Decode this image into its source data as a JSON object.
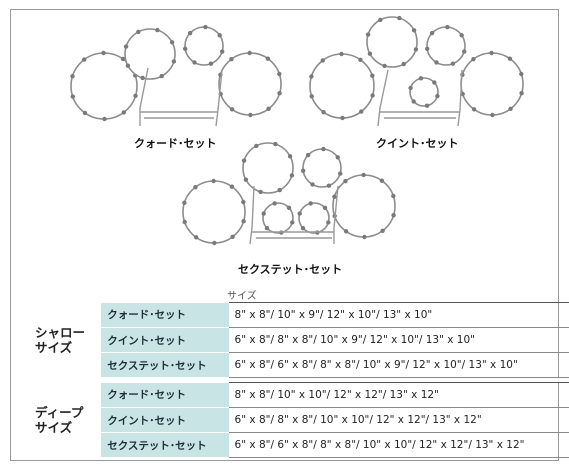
{
  "sets": {
    "quad_label": "クォード･セット",
    "quint_label": "クイント･セット",
    "sextet_label": "セクステット･セット"
  },
  "table": {
    "header": "サイズ",
    "groups": [
      {
        "label_line1": "シャロー",
        "label_line2": "サイズ",
        "rows": [
          {
            "set": "クォード･セット",
            "sizes": "8\" x 8\"/ 10\" x 9\"/ 12\" x 10\"/ 13\" x 10\""
          },
          {
            "set": "クイント･セット",
            "sizes": "6\" x 8\"/ 8\" x 8\"/ 10\" x 9\"/ 12\" x 10\"/ 13\" x 10\""
          },
          {
            "set": "セクステット･セット",
            "sizes": "6\" x 8\"/ 6\" x 8\"/ 8\" x 8\"/ 10\" x 9\"/ 12\" x 10\"/ 13\" x 10\""
          }
        ]
      },
      {
        "label_line1": "ディープ",
        "label_line2": "サイズ",
        "rows": [
          {
            "set": "クォード･セット",
            "sizes": "8\" x 8\"/ 10\" x 10\"/ 12\" x 12\"/ 13\" x 12\""
          },
          {
            "set": "クイント･セット",
            "sizes": "6\" x 8\"/ 8\" x 8\"/ 10\" x 10\"/ 12\" x 12\"/ 13\" x 12\""
          },
          {
            "set": "セクステット･セット",
            "sizes": "6\" x 8\"/ 6\" x 8\"/ 8\" x 8\"/ 10\" x 10\"/ 12\" x 12\"/ 13\" x 12\""
          }
        ]
      }
    ]
  }
}
